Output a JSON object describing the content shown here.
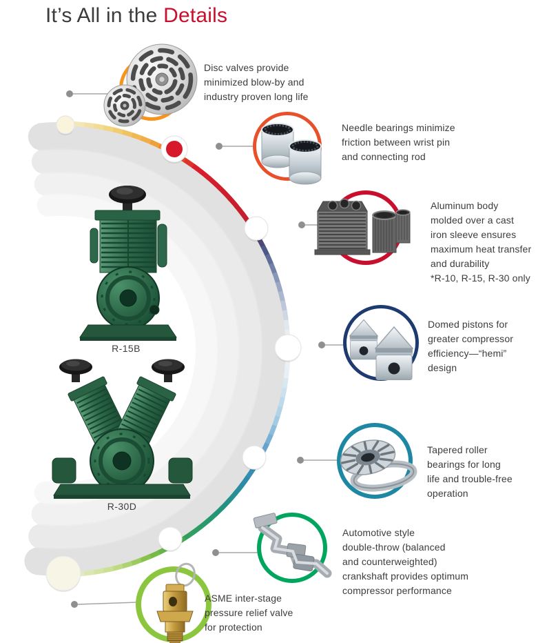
{
  "page": {
    "title": {
      "prefix": "It’s All in the ",
      "accent": "Details"
    },
    "accent_color": "#C8102E",
    "background_color": "#FFFFFF"
  },
  "products": [
    {
      "label": "R-15B"
    },
    {
      "label": "R-30D"
    }
  ],
  "callouts": [
    {
      "id": "disc-valves",
      "ring_color": "#F7941D",
      "text": "Disc valves provide\nminimized blow-by and\nindustry proven long life"
    },
    {
      "id": "needle-bearings",
      "ring_color": "#E8502B",
      "text": "Needle bearings minimize\nfriction between wrist pin\nand connecting rod"
    },
    {
      "id": "aluminum-body",
      "ring_color": "#C8102E",
      "text": "Aluminum body\nmolded over a cast\niron sleeve ensures\nmaximum heat transfer\nand durability",
      "note": "*R-10, R-15, R-30 only"
    },
    {
      "id": "domed-pistons",
      "ring_color": "#1E3B70",
      "text": "Domed pistons for\ngreater compressor\nefficiency—“hemi”\ndesign"
    },
    {
      "id": "tapered-roller-bearings",
      "ring_color": "#1E87A2",
      "text": "Tapered roller\nbearings for long\nlife and trouble-free\noperation"
    },
    {
      "id": "crankshaft",
      "ring_color": "#00A55E",
      "text": "Automotive style\ndouble-throw (balanced\nand counterweighted)\ncrankshaft provides optimum\ncompressor performance"
    },
    {
      "id": "relief-valve",
      "ring_color": "#8CC63E",
      "text": "ASME inter-stage\npressure relief valve\nfor protection"
    }
  ],
  "swoosh": {
    "gradient_stops": [
      [
        0.0,
        "#F5EED2"
      ],
      [
        0.07,
        "#F0D276"
      ],
      [
        0.13,
        "#F0A43C"
      ],
      [
        0.165,
        "#E65A26"
      ],
      [
        0.2,
        "#DA1E2B"
      ],
      [
        0.3,
        "#C2202E"
      ],
      [
        0.345,
        "#3E4C7C"
      ],
      [
        0.4,
        "#8C9CBC"
      ],
      [
        0.47,
        "#E8EDF2"
      ],
      [
        0.53,
        "#EAF2F6"
      ],
      [
        0.6,
        "#A8CEE4"
      ],
      [
        0.66,
        "#4E96C4"
      ],
      [
        0.7,
        "#2C8BAA"
      ],
      [
        0.75,
        "#22917E"
      ],
      [
        0.81,
        "#2F9E5F"
      ],
      [
        0.875,
        "#7FBE43"
      ],
      [
        0.93,
        "#C8DE8C"
      ],
      [
        1.0,
        "#F0EDD4"
      ]
    ],
    "marker_color": "#D7182A"
  }
}
